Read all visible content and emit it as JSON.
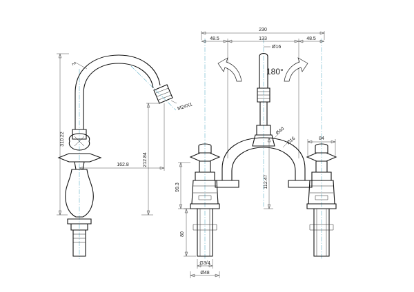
{
  "dimensions": {
    "overall_width": "230",
    "left_offset": "48.5",
    "center_spacing": "133",
    "right_offset": "48.5",
    "spout_diameter": "Ø16",
    "rotation": "180°",
    "spout_thread": "M24X1",
    "body_height": "310.22",
    "spout_outlet_height": "212.84",
    "spout_reach": "162.8",
    "bridge_diameter": "Ø40",
    "bridge_tube_diameter": "Ø16",
    "handle_width": "84",
    "handle_base_height": "99.3",
    "bridge_height": "112.47",
    "tail_length": "80",
    "tail_thread": "G3/4",
    "tail_diameter": "Ø48"
  },
  "colors": {
    "line": "#111111",
    "centerline": "#5fb0c8"
  }
}
